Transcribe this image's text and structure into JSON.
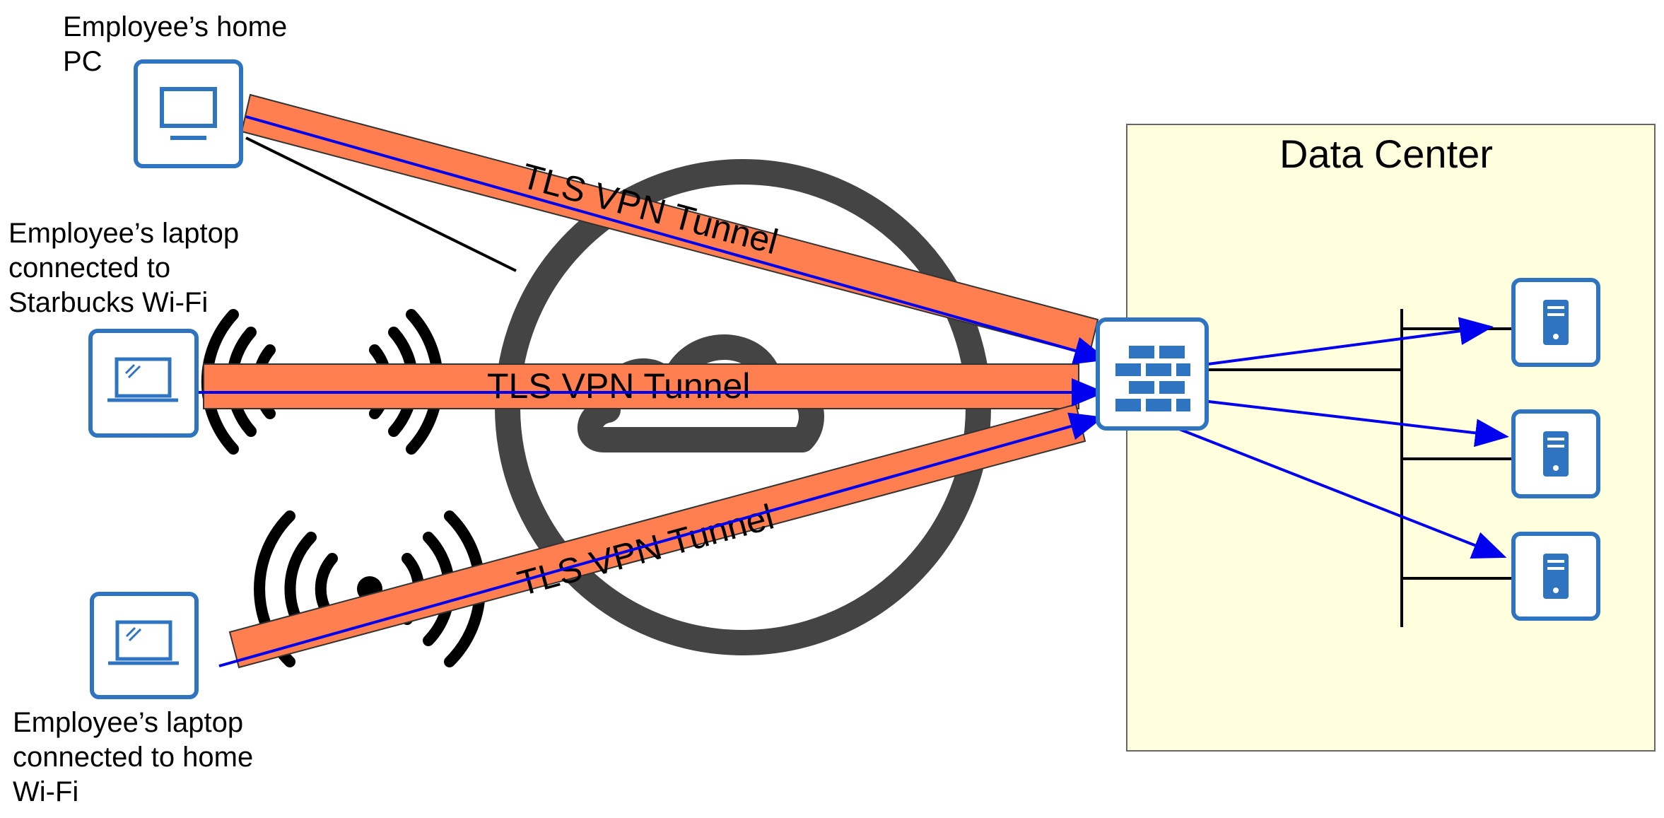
{
  "nodes": {
    "home_pc": {
      "label": "Employee’s home\nPC",
      "icon": "desktop-monitor-icon"
    },
    "starbucks_laptop": {
      "label": "Employee’s laptop\nconnected to\nStarbucks Wi-Fi",
      "icon": "laptop-icon"
    },
    "home_laptop": {
      "label": "Employee’s laptop\nconnected to home\nWi-Fi",
      "icon": "laptop-icon"
    },
    "firewall": {
      "icon": "firewall-icon"
    },
    "servers": [
      {
        "icon": "server-icon"
      },
      {
        "icon": "server-icon"
      },
      {
        "icon": "server-icon"
      }
    ],
    "internet": {
      "icon": "cloud-icon"
    }
  },
  "data_center": {
    "title": "Data Center",
    "fill": "#FFFFDD"
  },
  "tunnels": [
    {
      "label": "TLS VPN Tunnel"
    },
    {
      "label": "TLS VPN Tunnel"
    },
    {
      "label": "TLS VPN Tunnel"
    }
  ],
  "colors": {
    "tunnel": "#FF7F50",
    "arrow": "#0000EE",
    "device_border": "#2F74C0",
    "cloud": "#444444"
  }
}
